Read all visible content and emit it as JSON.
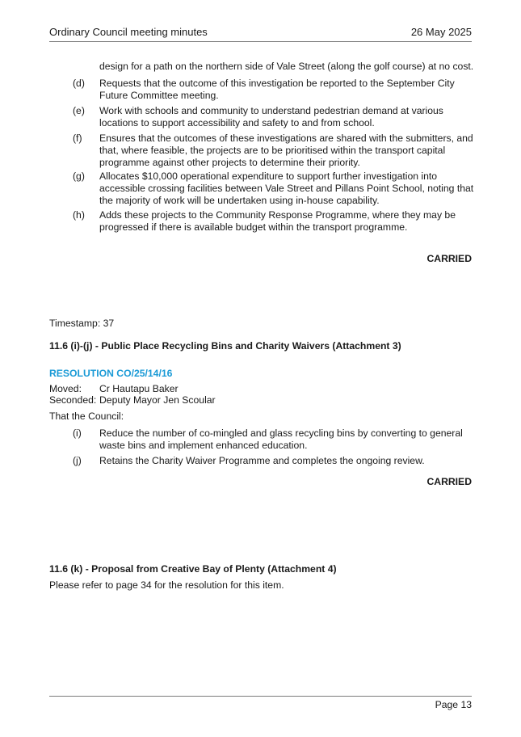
{
  "header": {
    "title": "Ordinary Council meeting minutes",
    "date": "26 May 2025"
  },
  "section1": {
    "continuation": "design for a path on the northern side of Vale Street (along the golf course) at no cost.",
    "items": [
      {
        "label": "(d)",
        "text": "Requests that the outcome of this investigation be reported to the September City Future Committee meeting."
      },
      {
        "label": "(e)",
        "text": "Work with schools and community to understand pedestrian demand at various locations to support accessibility and safety to and from school."
      },
      {
        "label": "(f)",
        "text": "Ensures that the outcomes of these investigations are shared with the submitters, and that, where feasible, the projects are to be prioritised within the transport capital programme against other projects to determine their priority."
      },
      {
        "label": "(g)",
        "text": "Allocates $10,000 operational expenditure to support further investigation into accessible crossing facilities between Vale Street and Pillans Point School, noting that the majority of work will be undertaken using in-house capability."
      },
      {
        "label": "(h)",
        "text": "Adds these projects to the Community Response Programme, where they may be progressed if there is available budget within the transport programme."
      }
    ],
    "status": "CARRIED"
  },
  "section2": {
    "timestamp": "Timestamp:  37",
    "heading": "11.6 (i)-(j) - Public Place Recycling Bins and Charity Waivers (Attachment 3)",
    "resolution": "RESOLUTION  CO/25/14/16",
    "moved_label": "Moved:",
    "moved_value": "Cr Hautapu Baker",
    "seconded_label": "Seconded:",
    "seconded_value": "Deputy Mayor Jen Scoular",
    "intro": "That the Council:",
    "items": [
      {
        "label": "(i)",
        "text": "Reduce the number of co-mingled and glass recycling bins by converting to general waste bins and implement enhanced education."
      },
      {
        "label": "(j)",
        "text": "Retains the Charity Waiver Programme and completes the ongoing review."
      }
    ],
    "status": "CARRIED"
  },
  "section3": {
    "heading": "11.6 (k) - Proposal from Creative Bay of Plenty (Attachment 4)",
    "text": "Please refer to page 34 for the resolution for this item."
  },
  "footer": {
    "page": "Page 13"
  },
  "colors": {
    "resolution_blue": "#1a9ad6",
    "rule_gray": "#7a7a7a"
  }
}
